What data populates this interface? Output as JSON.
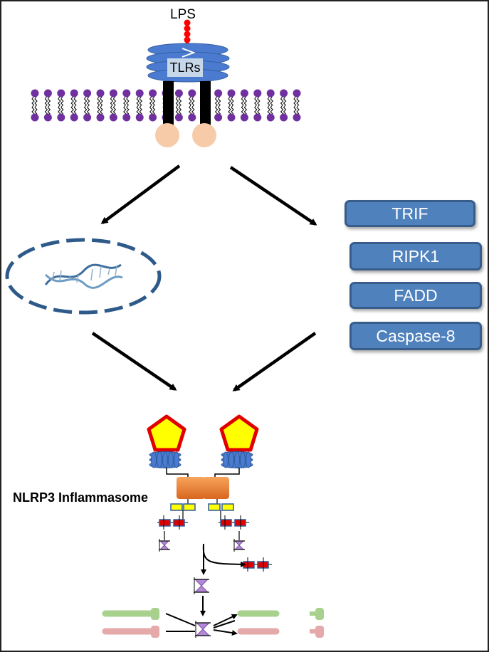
{
  "labels": {
    "lps": "LPS",
    "tlrs": "TLRs",
    "nlrp3": "NLRP3 Inflammasome"
  },
  "signaling_boxes": [
    "TRIF",
    "RIPK1",
    "FADD",
    "Caspase-8"
  ],
  "colors": {
    "box_fill": "#4f81bd",
    "box_border": "#385d8a",
    "receptor": "#4a7bd0",
    "lipid_head": "#7030a0",
    "lps_bead": "#ff0000",
    "domain_tail": "#f8cba8",
    "nucleus_ring": "#1f4e79",
    "nlrp3_pentagon_fill": "#ffff00",
    "nlrp3_pentagon_border": "#e00000",
    "asc_core": "#f08a3c",
    "pro_il_green": "#a9d18e",
    "pro_il_pink": "#e6a9a9"
  },
  "icons": [
    "dna-helix-icon",
    "pentagon-icon",
    "hourglass-icon"
  ]
}
